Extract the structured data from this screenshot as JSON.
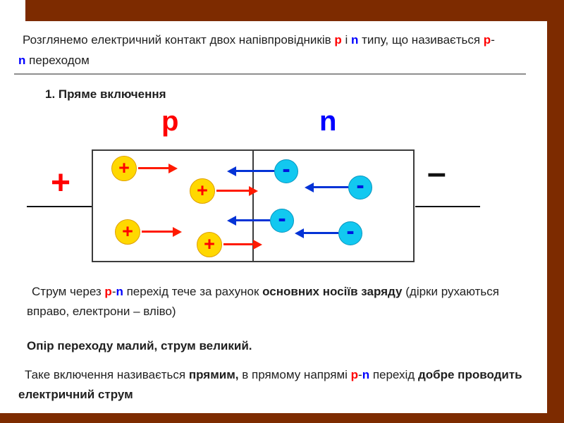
{
  "colors": {
    "frame": "#7d2b00",
    "p_red": "#ff0000",
    "n_blue": "#0000ff",
    "hole_fill": "#ffd800",
    "electron_fill": "#12c8f0",
    "hole_arrow": "#ff1a00",
    "electron_arrow": "#0433d6"
  },
  "intro": {
    "segments": [
      {
        "text": "Розглянемо електричний контакт двох напівпровідників "
      },
      {
        "text": "p",
        "style": "p-red-bold"
      },
      {
        "text": " і "
      },
      {
        "text": "n",
        "style": "n-blue-bold"
      },
      {
        "text": " типу, що називається "
      },
      {
        "text": "p",
        "style": "p-red-bold"
      },
      {
        "text": "-"
      },
      {
        "text": "n",
        "style": "n-blue-bold"
      },
      {
        "text": " переходом"
      }
    ]
  },
  "section_title": "1. Пряме включення",
  "diagram": {
    "p_label": "p",
    "n_label": "n",
    "plus_terminal": "+",
    "minus_terminal": "–",
    "hole_symbol": "+",
    "electron_symbol": "-"
  },
  "para1": {
    "segments": [
      {
        "text": "Струм через "
      },
      {
        "text": "p",
        "style": "p-red-bold"
      },
      {
        "text": "-"
      },
      {
        "text": "n",
        "style": "n-blue-bold"
      },
      {
        "text": " перехід тече за рахунок "
      },
      {
        "text": "основних носіїв заряду",
        "style": "bold"
      },
      {
        "text": " (дірки рухаються вправо, електрони – вліво)"
      }
    ]
  },
  "para2": {
    "text": "Опір переходу малий, струм великий."
  },
  "para3": {
    "segments": [
      {
        "text": "Таке включення називається "
      },
      {
        "text": "прямим,",
        "style": "bold"
      },
      {
        "text": " в прямому напрямі "
      },
      {
        "text": "p",
        "style": "p-red-bold"
      },
      {
        "text": "-"
      },
      {
        "text": "n",
        "style": "n-blue-bold"
      },
      {
        "text": " перехід "
      },
      {
        "text": "добре проводить електричний струм",
        "style": "bold"
      }
    ]
  }
}
